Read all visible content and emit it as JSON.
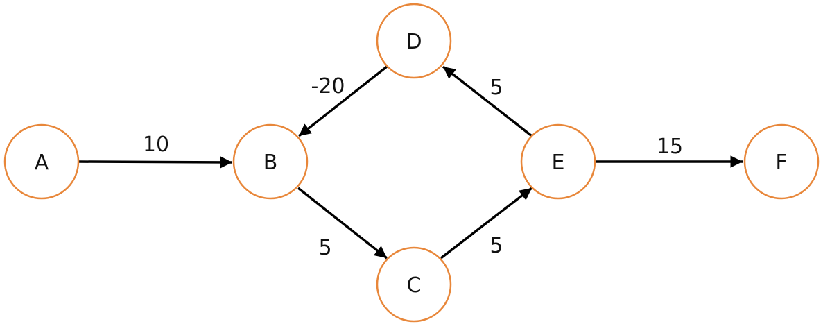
{
  "nodes": [
    {
      "id": "A",
      "label": "A"
    },
    {
      "id": "B",
      "label": "B"
    },
    {
      "id": "C",
      "label": "C"
    },
    {
      "id": "D",
      "label": "D"
    },
    {
      "id": "E",
      "label": "E"
    },
    {
      "id": "F",
      "label": "F"
    }
  ],
  "edges": [
    {
      "from": "A",
      "to": "B",
      "weight": "10"
    },
    {
      "from": "B",
      "to": "C",
      "weight": "5"
    },
    {
      "from": "C",
      "to": "E",
      "weight": "5"
    },
    {
      "from": "E",
      "to": "D",
      "weight": "5"
    },
    {
      "from": "D",
      "to": "B",
      "weight": "-20"
    },
    {
      "from": "E",
      "to": "F",
      "weight": "15"
    }
  ],
  "colors": {
    "node_stroke": "#e8873a",
    "edge": "#000000",
    "text": "#111111"
  }
}
